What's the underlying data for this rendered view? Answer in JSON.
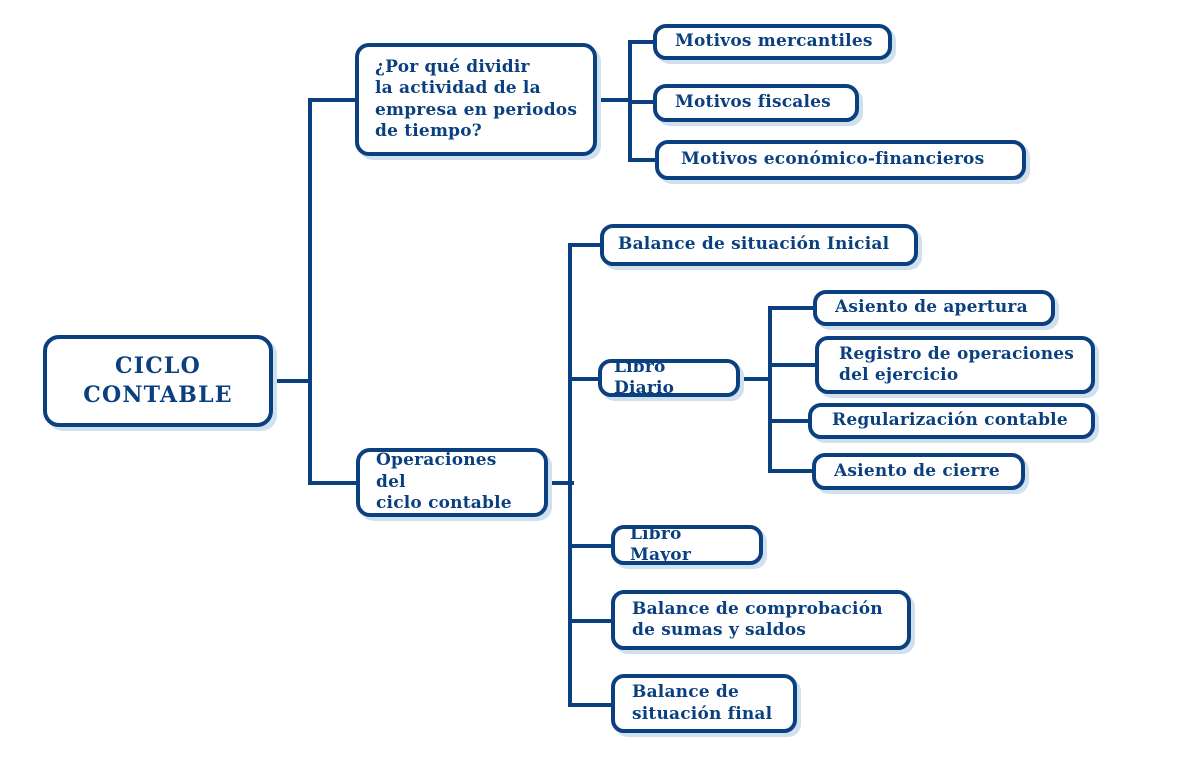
{
  "diagram": {
    "title": "CICLO CONTABLE",
    "accent_color": "#0b4080",
    "background_color": "#ffffff",
    "shadow_color": "#cfe0ef",
    "root": {
      "id": "ciclo-contable",
      "label": "CICLO\nCONTABLE"
    },
    "branches": [
      {
        "id": "por-que-dividir",
        "label": "¿Por qué dividir\nla actividad de la\nempresa en periodos\nde tiempo?",
        "children": [
          {
            "id": "motivos-mercantiles",
            "label": "Motivos mercantiles"
          },
          {
            "id": "motivos-fiscales",
            "label": "Motivos fiscales"
          },
          {
            "id": "motivos-economico-financieros",
            "label": "Motivos económico-financieros"
          }
        ]
      },
      {
        "id": "operaciones-ciclo-contable",
        "label": "Operaciones del\nciclo contable",
        "children": [
          {
            "id": "balance-situacion-inicial",
            "label": "Balance de situación Inicial"
          },
          {
            "id": "libro-diario",
            "label": "Libro Diario",
            "children": [
              {
                "id": "asiento-apertura",
                "label": "Asiento de apertura"
              },
              {
                "id": "registro-operaciones-ejercicio",
                "label": "Registro de operaciones\ndel ejercicio"
              },
              {
                "id": "regularizacion-contable",
                "label": "Regularización contable"
              },
              {
                "id": "asiento-cierre",
                "label": "Asiento de cierre"
              }
            ]
          },
          {
            "id": "libro-mayor",
            "label": "Libro Mayor"
          },
          {
            "id": "balance-comprobacion",
            "label": "Balance de comprobación\nde sumas y saldos"
          },
          {
            "id": "balance-situacion-final",
            "label": "Balance de\nsituación final"
          }
        ]
      }
    ]
  }
}
